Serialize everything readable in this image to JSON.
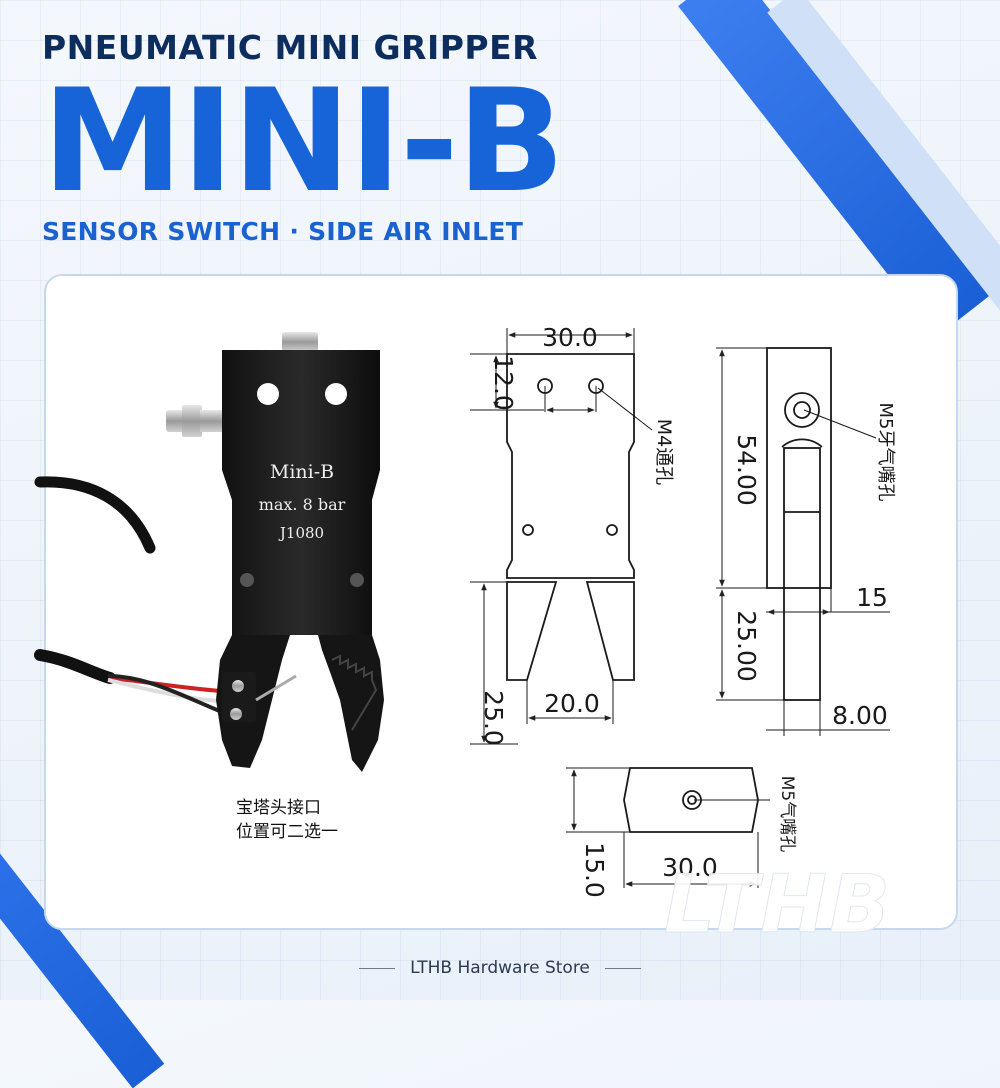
{
  "header": {
    "subtitle": "PNEUMATIC MINI GRIPPER",
    "title": "MINI-B",
    "features": "SENSOR SWITCH · SIDE AIR INLET"
  },
  "product": {
    "model_label": "Mini-B",
    "pressure_label": "max. 8 bar",
    "code_label": "J1080"
  },
  "note": {
    "line1": "宝塔头接口",
    "line2": "位置可二选一"
  },
  "front_view": {
    "width": "30.0",
    "hole_height": "12.0",
    "hole_label": "M4通孔",
    "jaw_gap": "20.0",
    "jaw_length": "25.0"
  },
  "side_view": {
    "body_height": "54.00",
    "port_label": "M5牙气嘴孔",
    "offset": "15",
    "jaw_height": "25.00",
    "jaw_thickness": "8.00"
  },
  "bottom_view": {
    "port_label": "M5气嘴孔",
    "height": "15.0",
    "width": "30.0"
  },
  "footer": {
    "store": "LTHB Hardware Store"
  },
  "watermark": "LTHB",
  "colors": {
    "accent": "#1664d8",
    "navy": "#0c2d5e",
    "panel_border": "#c5d8ee"
  }
}
